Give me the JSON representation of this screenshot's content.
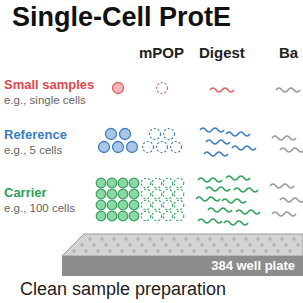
{
  "diagram": {
    "title": "Single-Cell ProtE",
    "nodes": [
      {
        "text": [
          "384 well plate"
        ]
      }
    ],
    "labels": [
      "mPOP",
      "Digest",
      "Ba",
      "Small samples",
      "e.g., single cells",
      "Reference",
      "e.g., 5 cells",
      "Carrier",
      "e.g., 100 cells",
      "Clean sample preparation"
    ]
  }
}
